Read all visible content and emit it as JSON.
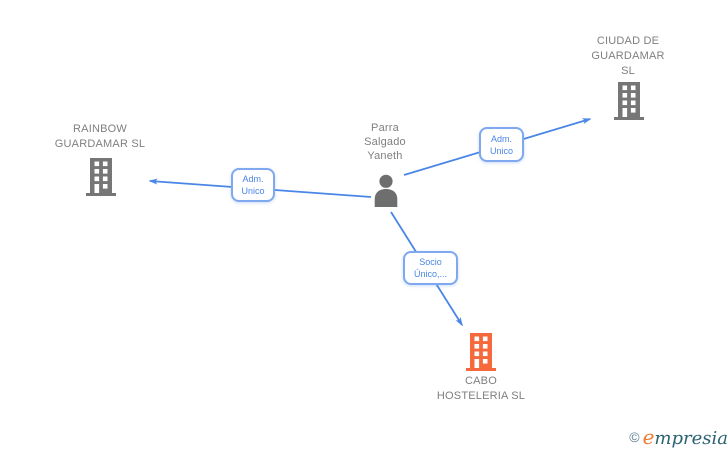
{
  "diagram": {
    "person": {
      "label": "Parra Salgado Yaneth",
      "icon": "person-icon"
    },
    "companies": {
      "top_right": {
        "label": "CIUDAD DE GUARDAMAR SL",
        "icon": "building-icon",
        "highlighted": false
      },
      "left": {
        "label": "RAINBOW GUARDAMAR SL",
        "icon": "building-icon",
        "highlighted": false
      },
      "bottom": {
        "label": "CABO HOSTELERIA SL",
        "icon": "building-icon",
        "highlighted": true
      }
    },
    "edges": {
      "to_top_right": {
        "label": "Adm. Unico"
      },
      "to_left": {
        "label": "Adm. Unico"
      },
      "to_bottom": {
        "label": "Socio Único,..."
      }
    }
  },
  "colors": {
    "connector_blue": "#4a86e8",
    "edge_box_border": "#7fa8ef",
    "edge_box_text": "#4a86e8",
    "label_gray": "#7f7f7f",
    "icon_gray": "#767676",
    "person_gray": "#6e6e6e",
    "highlight_orange": "#f5693d",
    "logo_orange": "#ed7d31",
    "logo_teal": "#2a6272",
    "logo_copyright": "#5b7f93",
    "background": "#ffffff"
  },
  "watermark": {
    "copyright": "©",
    "brand_first_letter": "e",
    "brand_rest": "mpresia"
  }
}
